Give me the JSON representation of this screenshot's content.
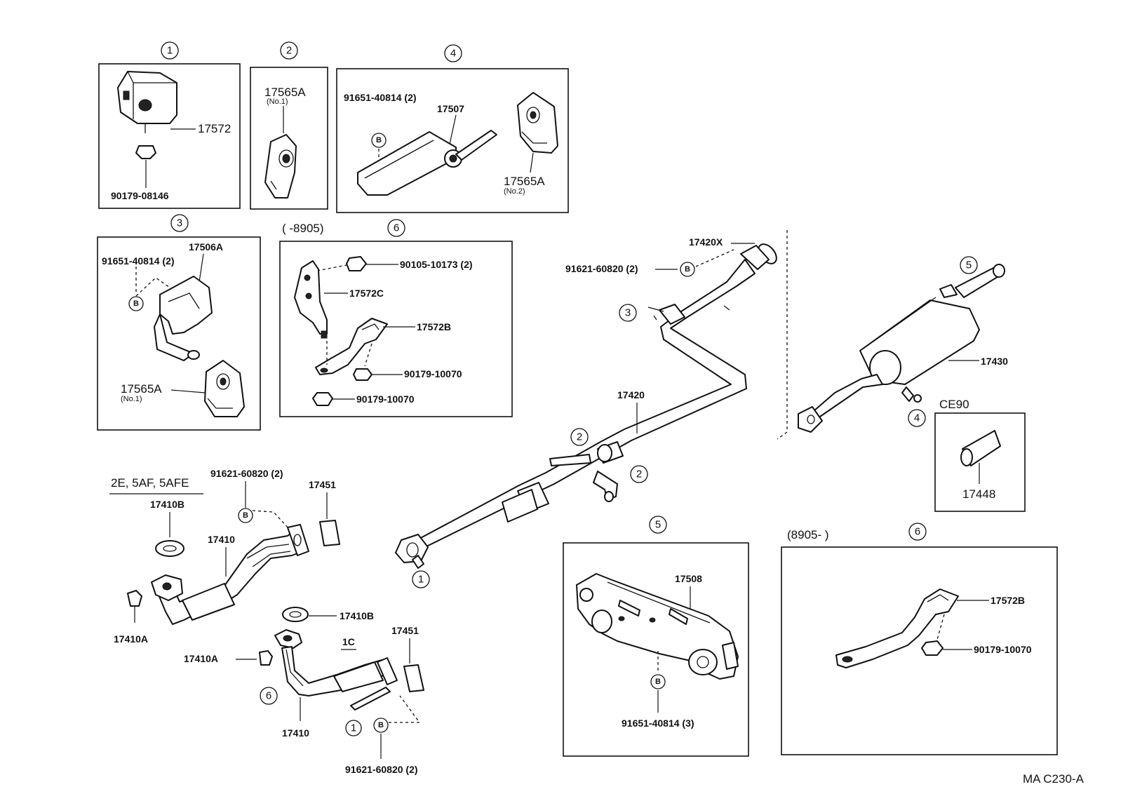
{
  "diagram": {
    "footer_code": "MA C230-A",
    "panels": {
      "p1": {
        "number": "1",
        "parts": [
          "17572",
          "90179-08146"
        ]
      },
      "p2": {
        "number": "2",
        "parts": [
          "17565A",
          "(No.1)"
        ]
      },
      "p4": {
        "number": "4",
        "parts": [
          "91651-40814 (2)",
          "17507",
          "17565A",
          "(No.2)"
        ],
        "bolt": "B"
      },
      "p3": {
        "number": "3",
        "parts": [
          "17506A",
          "91651-40814 (2)",
          "17565A",
          "(No.1)"
        ],
        "bolt": "B"
      },
      "p6a": {
        "number": "6",
        "range": "(        -8905)",
        "parts": [
          "90105-10173 (2)",
          "17572C",
          "17572B",
          "90179-10070",
          "90179-10070"
        ]
      },
      "p5": {
        "number": "5",
        "parts": [
          "17508",
          "91651-40814 (3)"
        ],
        "bolt": "B"
      },
      "p6b": {
        "number": "6",
        "range": "(8905-        )",
        "parts": [
          "17572B",
          "90179-10070"
        ]
      },
      "ce90": {
        "title": "CE90",
        "parts": [
          "17448"
        ]
      }
    },
    "main": {
      "labels": [
        "17420X",
        "91621-60820 (2)",
        "17420",
        "17430"
      ],
      "callouts": [
        "3",
        "2",
        "2",
        "1",
        "5",
        "4"
      ],
      "bolt": "B"
    },
    "front_pipe": {
      "engines_label": "2E, 5AF, 5AFE",
      "labels": [
        "91621-60820 (2)",
        "17451",
        "17410B",
        "17410",
        "17410A"
      ],
      "bolt": "B"
    },
    "front_pipe_1c": {
      "engine_label": "1C",
      "labels": [
        "17410B",
        "17451",
        "17410A",
        "17410",
        "91621-60820 (2)"
      ],
      "callouts": [
        "6",
        "1"
      ],
      "bolt": "B"
    }
  }
}
